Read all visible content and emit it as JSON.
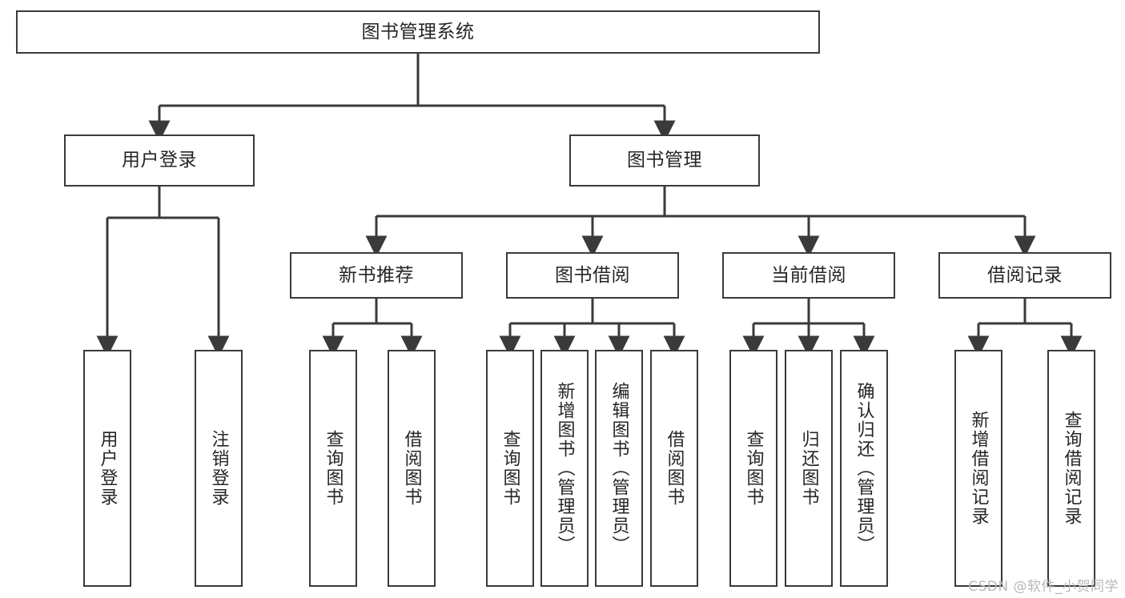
{
  "diagram": {
    "title": "图书管理系统",
    "watermark": "CSDN @软件_小贺同学",
    "colors": {
      "box_border": "#3a3a3a",
      "connector": "#3a3a3a",
      "text": "#262626",
      "background": "#ffffff",
      "watermark": "#b8b8b8"
    },
    "root": {
      "label": "图书管理系统"
    },
    "level1": [
      {
        "label": "用户登录"
      },
      {
        "label": "图书管理"
      }
    ],
    "level2": [
      {
        "label": "新书推荐"
      },
      {
        "label": "图书借阅"
      },
      {
        "label": "当前借阅"
      },
      {
        "label": "借阅记录"
      }
    ],
    "leaves": {
      "user_login": [
        {
          "label": "用户登录"
        },
        {
          "label": "注销登录"
        }
      ],
      "new_book_recommend": [
        {
          "label": "查询图书"
        },
        {
          "label": "借阅图书"
        }
      ],
      "book_borrow": [
        {
          "label": "查询图书"
        },
        {
          "label": "新增图书（管理员）"
        },
        {
          "label": "编辑图书（管理员）"
        },
        {
          "label": "借阅图书"
        }
      ],
      "current_borrow": [
        {
          "label": "查询图书"
        },
        {
          "label": "归还图书"
        },
        {
          "label": "确认归还（管理员）"
        }
      ],
      "borrow_records": [
        {
          "label": "新增借阅记录"
        },
        {
          "label": "查询借阅记录"
        }
      ]
    }
  }
}
